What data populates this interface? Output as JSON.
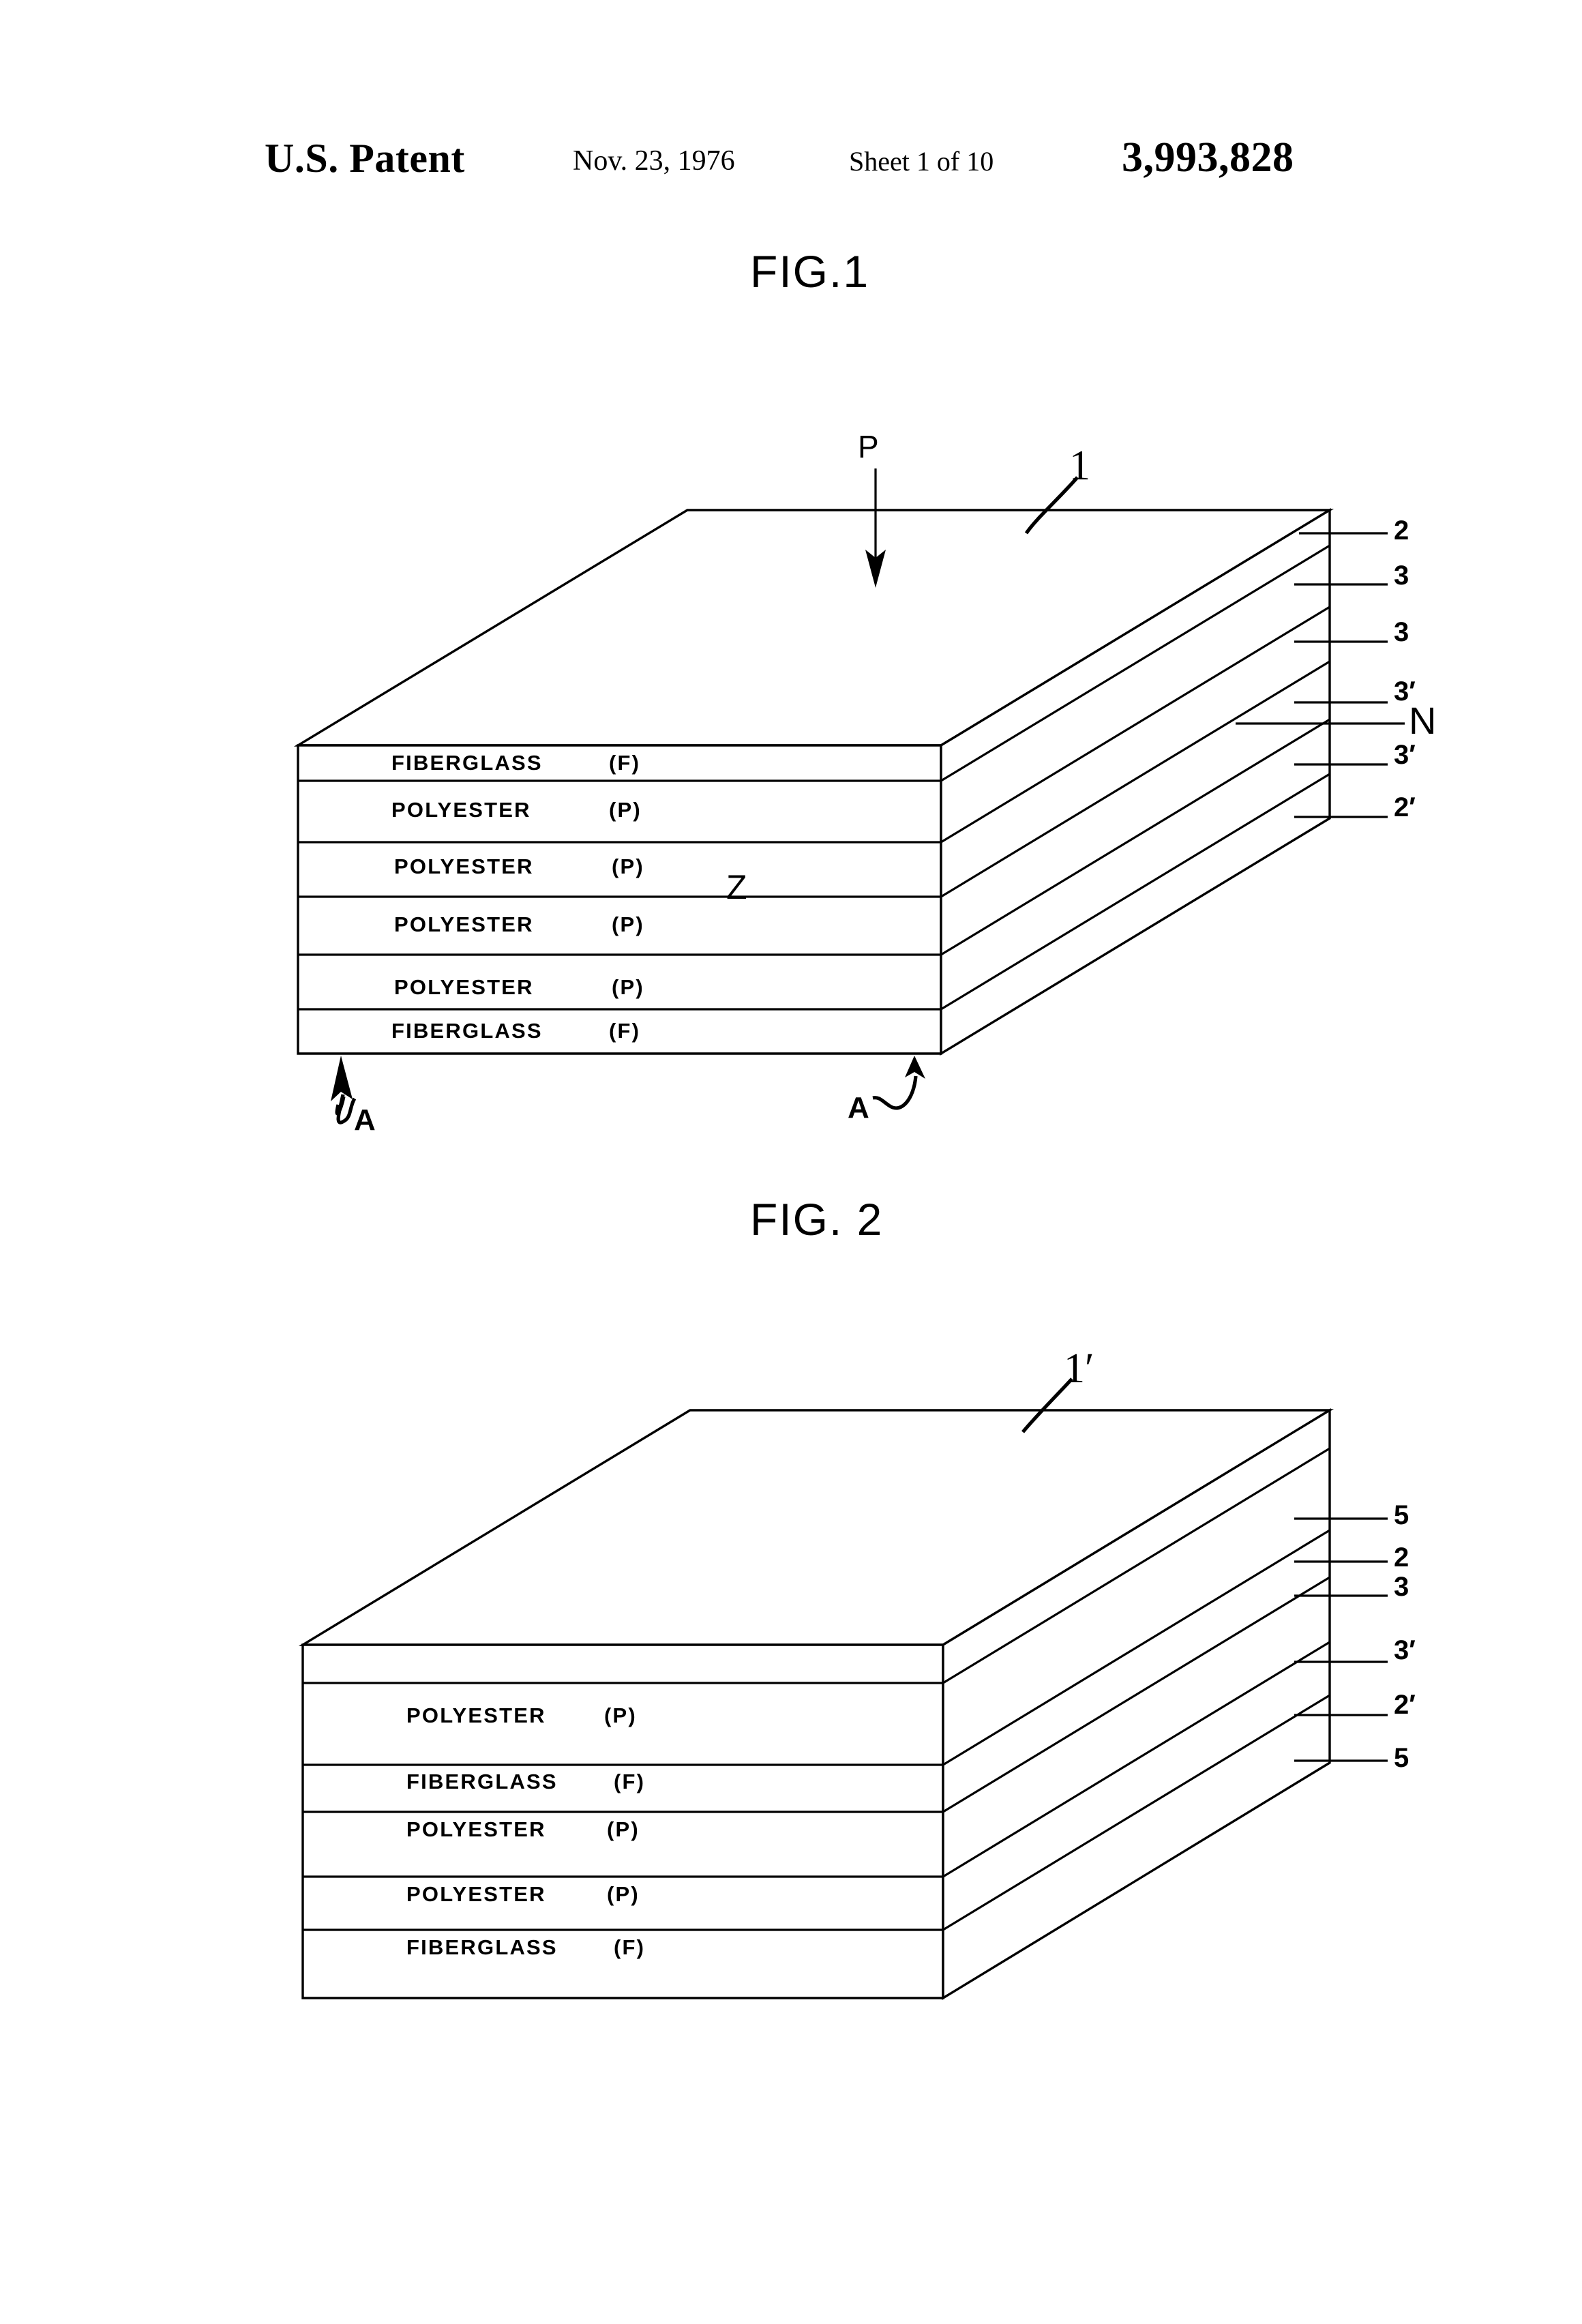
{
  "header": {
    "office": "U.S. Patent",
    "date": "Nov. 23, 1976",
    "sheet": "Sheet 1 of 10",
    "patent_number": "3,993,828"
  },
  "figures": [
    {
      "id": "fig1",
      "title": "FIG.1",
      "assembly_label": "1",
      "load_arrow_label": "P",
      "thickness_label": "Z",
      "neutral_axis_label": "N",
      "section_markers": [
        "A",
        "A"
      ],
      "layers": [
        {
          "material": "FIBERGLASS",
          "code": "(F)"
        },
        {
          "material": "POLYESTER",
          "code": "(P)"
        },
        {
          "material": "POLYESTER",
          "code": "(P)"
        },
        {
          "material": "POLYESTER",
          "code": "(P)"
        },
        {
          "material": "POLYESTER",
          "code": "(P)"
        },
        {
          "material": "FIBERGLASS",
          "code": "(F)"
        }
      ],
      "reference_numerals": [
        "2",
        "3",
        "3",
        "3′",
        "3′",
        "2′"
      ]
    },
    {
      "id": "fig2",
      "title": "FIG. 2",
      "assembly_label": "1′",
      "layers": [
        {
          "material": "POLYESTER",
          "code": "(P)"
        },
        {
          "material": "FIBERGLASS",
          "code": "(F)"
        },
        {
          "material": "POLYESTER",
          "code": "(P)"
        },
        {
          "material": "POLYESTER",
          "code": "(P)"
        },
        {
          "material": "FIBERGLASS",
          "code": "(F)"
        },
        {
          "material": "",
          "code": ""
        }
      ],
      "reference_numerals": [
        "5",
        "2",
        "3",
        "3′",
        "2′",
        "5"
      ]
    }
  ],
  "colors": {
    "ink": "#000000",
    "paper": "#ffffff"
  }
}
